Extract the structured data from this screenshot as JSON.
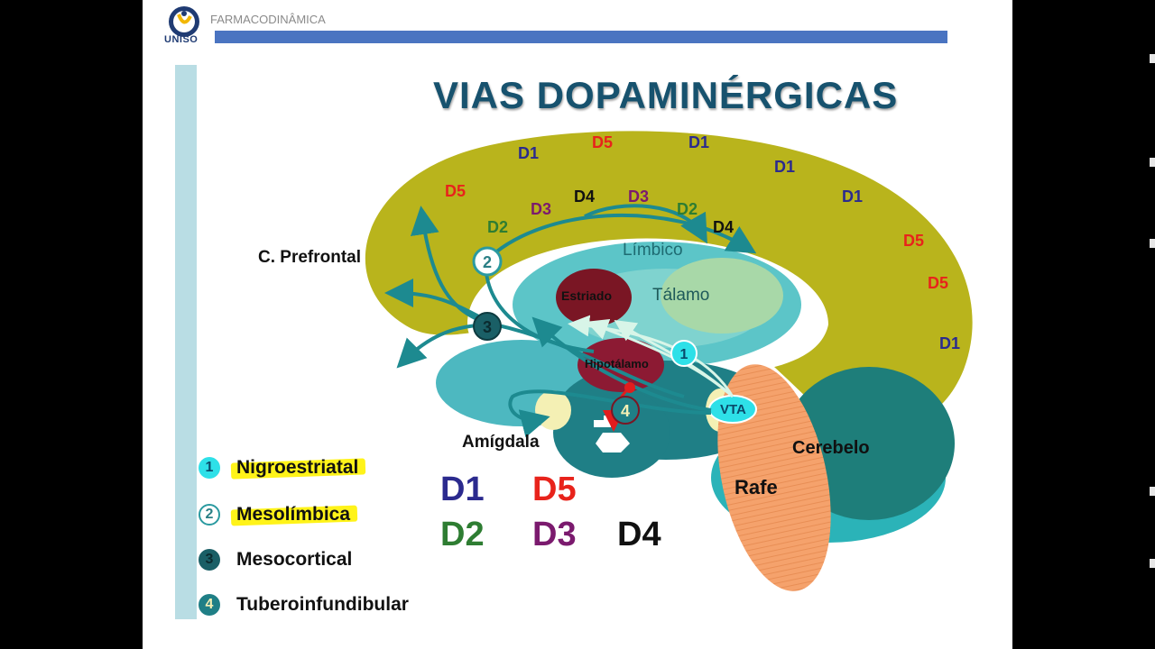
{
  "header": {
    "title": "FARMACODINÂMICA",
    "logo_text": "UNISO"
  },
  "diagram": {
    "title": "VIAS DOPAMINÉRGICAS",
    "regions": {
      "prefrontal": "C. Prefrontal",
      "limbico": "Límbico",
      "talamo": "Tálamo",
      "estriado": "Estriado",
      "hipotalamo": "Hipotálamo",
      "amigdala": "Amígdala",
      "vta": "VTA",
      "cerebelo": "Cerebelo",
      "rafe": "Rafe"
    },
    "markers": [
      "1",
      "2",
      "3",
      "4"
    ],
    "receptor_labels": [
      {
        "text": "D1",
        "color": "#2b2a8e"
      },
      {
        "text": "D5",
        "color": "#e8231b"
      },
      {
        "text": "D1",
        "color": "#2b2a8e"
      },
      {
        "text": "D1",
        "color": "#2b2a8e"
      },
      {
        "text": "D5",
        "color": "#e8231b"
      },
      {
        "text": "D1",
        "color": "#2b2a8e"
      },
      {
        "text": "D3",
        "color": "#7b1a6e"
      },
      {
        "text": "D4",
        "color": "#111111"
      },
      {
        "text": "D3",
        "color": "#7b1a6e"
      },
      {
        "text": "D2",
        "color": "#2e7d32"
      },
      {
        "text": "D2",
        "color": "#2e7d32"
      },
      {
        "text": "D4",
        "color": "#111111"
      },
      {
        "text": "D5",
        "color": "#e8231b"
      },
      {
        "text": "D5",
        "color": "#e8231b"
      },
      {
        "text": "D1",
        "color": "#2b2a8e"
      }
    ],
    "receptor_key": [
      {
        "text": "D1",
        "color": "#2b2a8e"
      },
      {
        "text": "D5",
        "color": "#e8231b"
      },
      {
        "text": "D2",
        "color": "#2e7d32"
      },
      {
        "text": "D3",
        "color": "#7b1a6e"
      },
      {
        "text": "D4",
        "color": "#111111"
      }
    ]
  },
  "legend": [
    {
      "num": "1",
      "label": "Nigroestriatal",
      "highlight": true
    },
    {
      "num": "2",
      "label": "Mesolímbica",
      "highlight": true
    },
    {
      "num": "3",
      "label": "Mesocortical",
      "highlight": false
    },
    {
      "num": "4",
      "label": "Tuberoinfundibular",
      "highlight": false
    }
  ],
  "colors": {
    "cortex": "#b9b41c",
    "limbic": "#5cc5c8",
    "thalamus": "#a8d8a8",
    "striatum": "#7a1624",
    "hypothalamus": "#8c1a33",
    "brainstem": "#1f7f86",
    "cerebellum": "#1e7e7a",
    "raphe": "#f5a26c",
    "header_bar": "#4a74c1",
    "title": "#17526e"
  }
}
